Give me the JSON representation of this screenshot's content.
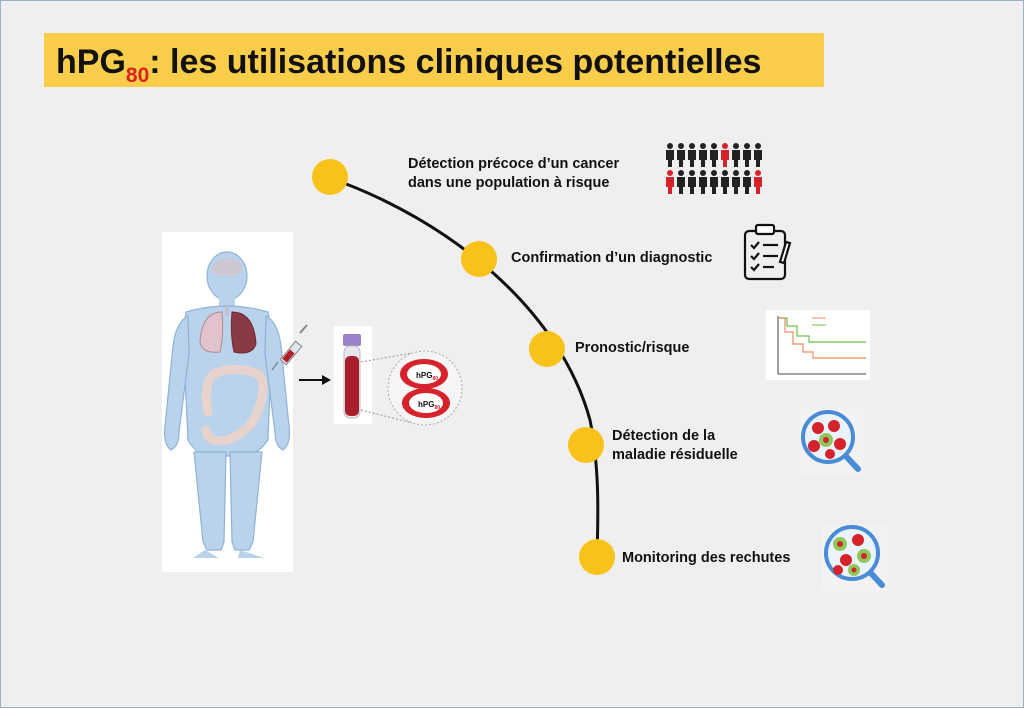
{
  "title": {
    "main": "hPG",
    "subscript": "80",
    "rest": ": les utilisations cliniques potentielles"
  },
  "steps": [
    {
      "label_line1": "Détection précoce d’un cancer",
      "label_line2": "dans une population à risque",
      "icon": "population-icon"
    },
    {
      "label_line1": "Confirmation d’un diagnostic",
      "label_line2": "",
      "icon": "clipboard-checklist-icon"
    },
    {
      "label_line1": "Pronostic/risque",
      "label_line2": "",
      "icon": "survival-curve-icon"
    },
    {
      "label_line1": "Détection de la",
      "label_line2": "maladie résiduelle",
      "icon": "magnifier-cells-icon"
    },
    {
      "label_line1": "Monitoring des rechutes",
      "label_line2": "",
      "icon": "magnifier-cells-icon"
    }
  ],
  "tube": {
    "bubble_top": "hPG",
    "bubble_top_sub": "80",
    "bubble_bottom": "hPG",
    "bubble_bottom_sub": "80"
  },
  "colors": {
    "accent_yellow": "#f9c21b",
    "title_band": "#f9cd4a",
    "red": "#d8231e",
    "body_blue": "#b9d3ec"
  }
}
